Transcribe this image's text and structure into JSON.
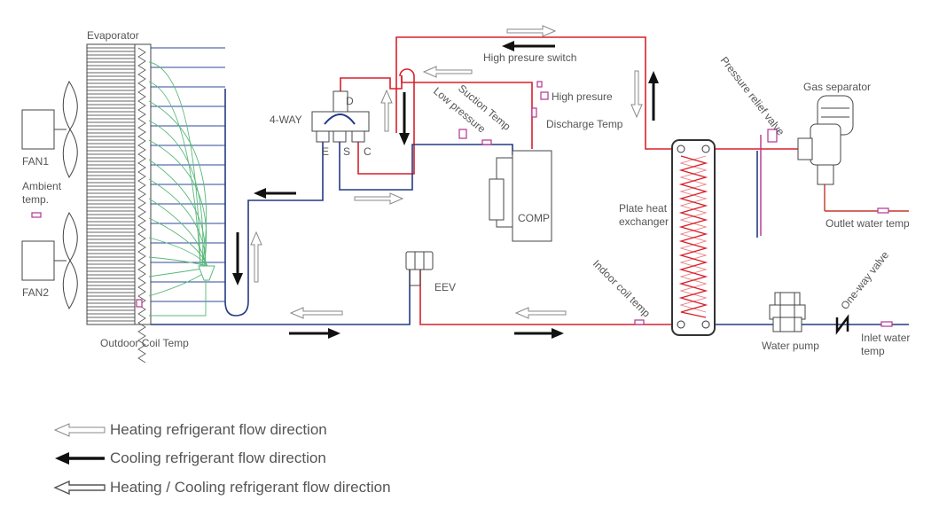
{
  "diagram": {
    "labels": {
      "evaporator": "Evaporator",
      "fan1": "FAN1",
      "fan2": "FAN2",
      "ambient_temp_1": "Ambient",
      "ambient_temp_2": "temp.",
      "four_way": "4-WAY",
      "port_d": "D",
      "port_e": "E",
      "port_s": "S",
      "port_c": "C",
      "suction_temp": "Suction Temp",
      "low_pressure": "Low pressure",
      "high_pressure_switch": "High presure switch",
      "high_pressure": "High presure",
      "discharge_temp": "Discharge Temp",
      "comp": "COMP",
      "eev": "EEV",
      "outdoor_coil_temp": "Outdoor Coil Temp",
      "plate_hx_1": "Plate heat",
      "plate_hx_2": "exchanger",
      "indoor_coil_temp": "Indoor coil temp",
      "pressure_relief_valve": "Pressure relief valve",
      "gas_separator": "Gas separator",
      "outlet_water_temp": "Outlet water temp",
      "water_pump": "Water pump",
      "one_way_valve": "One-way valve",
      "inlet_water_temp_1": "Inlet water",
      "inlet_water_temp_2": "temp"
    },
    "colors": {
      "high_pressure_line": "#d8202a",
      "low_pressure_line": "#243a84",
      "sensor": "#b4338f",
      "coil_green": "#58b878",
      "coil_blue": "#2c4a9a"
    }
  },
  "legend": {
    "heating": "Heating refrigerant flow direction",
    "cooling": "Cooling refrigerant flow direction",
    "both": "Heating / Cooling refrigerant flow direction"
  }
}
